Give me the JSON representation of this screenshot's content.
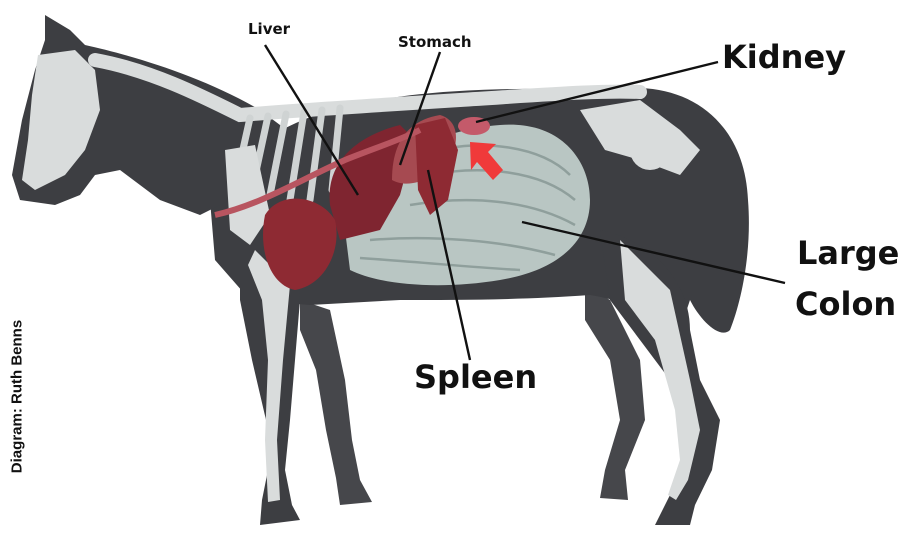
{
  "labels": {
    "liver": "Liver",
    "stomach": "Stomach",
    "kidney": "Kidney",
    "large_colon_line1": "Large",
    "large_colon_line2": "Colon",
    "spleen": "Spleen"
  },
  "credit": "Diagram: Ruth Benns",
  "colors": {
    "body": "#3d3e42",
    "bone": "#d9dcdc",
    "organ_red": "#8e2a33",
    "colon": "#b9c6c3",
    "arrow": "#f03a3a",
    "leader_line": "#111111"
  }
}
